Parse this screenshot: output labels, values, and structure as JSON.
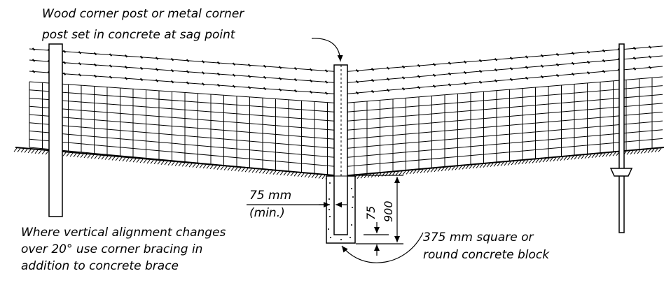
{
  "labels": {
    "corner_post_line1": "Wood corner post or metal corner",
    "corner_post_line2": "post set in concrete at sag point",
    "offset_value": "75 mm",
    "offset_min": "(min.)",
    "dim_75": "75",
    "dim_900": "900",
    "block_line1": "375 mm square or",
    "block_line2": "round concrete block",
    "note_line1": "Where vertical alignment changes",
    "note_line2": "over 20° use corner bracing in",
    "note_line3": "addition to concrete brace"
  }
}
